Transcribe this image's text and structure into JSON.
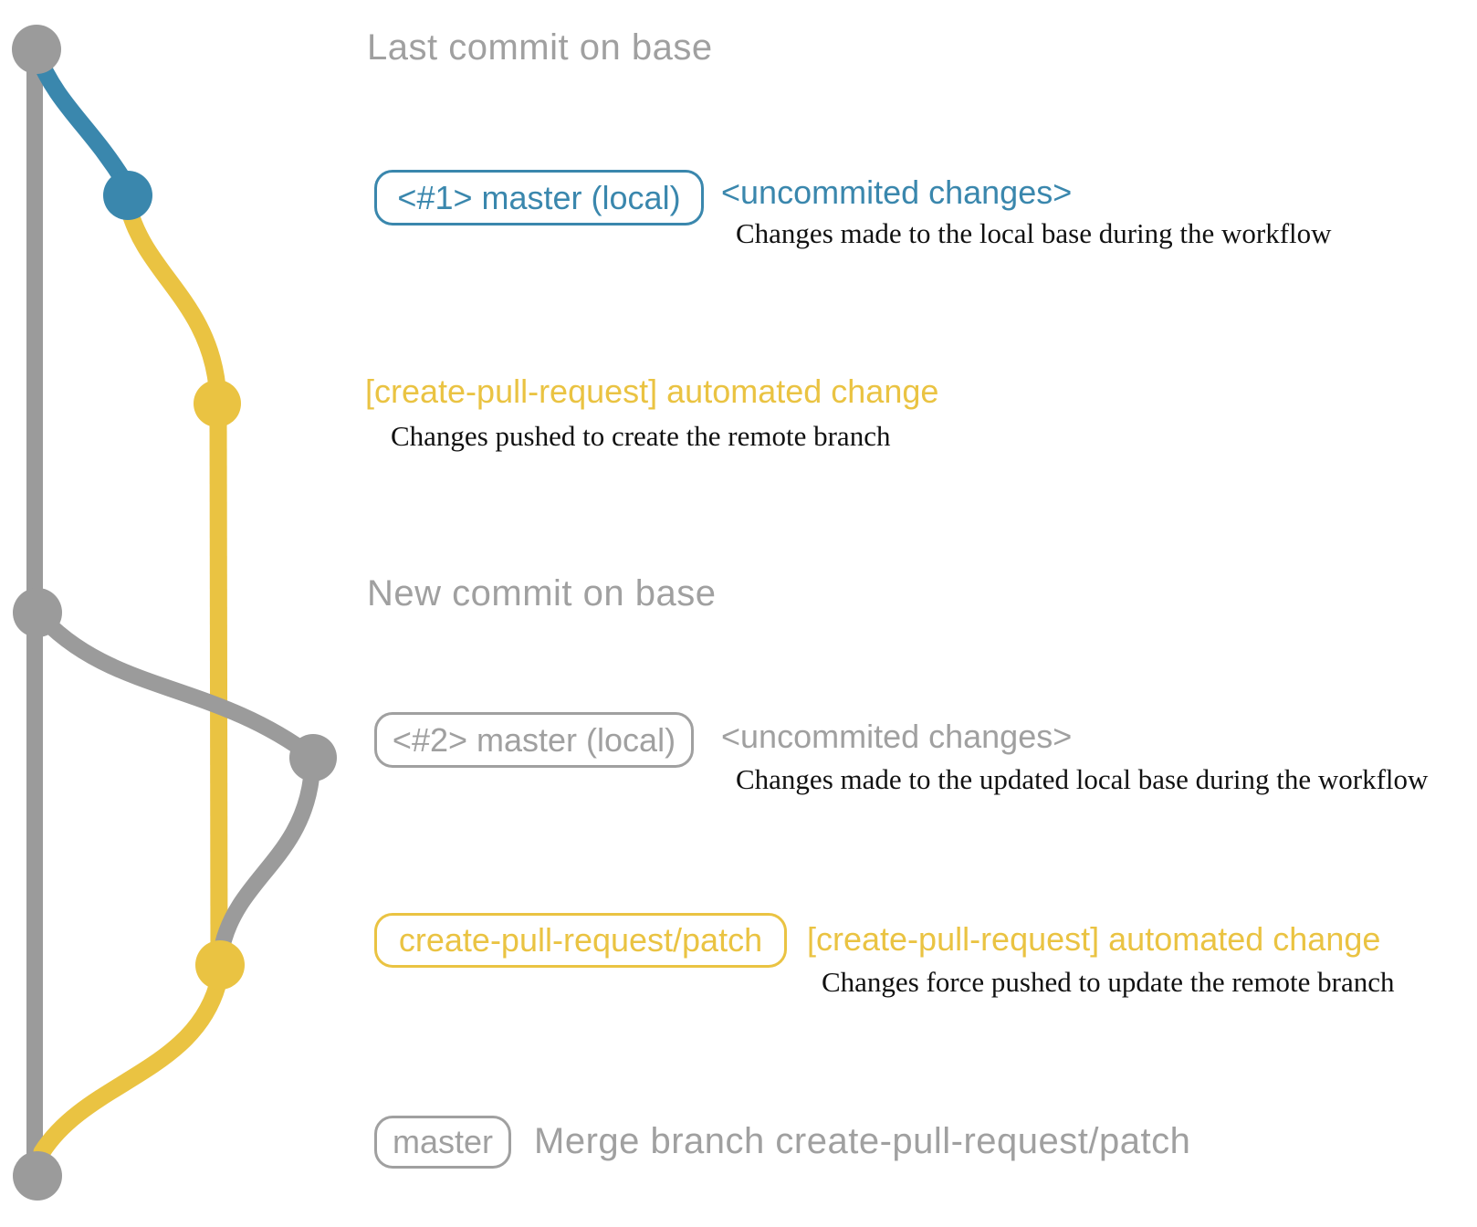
{
  "colors": {
    "gray": "#9b9b9b",
    "graytext": "#a0a0a0",
    "blue": "#3a87ad",
    "yellow": "#eac342"
  },
  "notes": {
    "last_commit": "Last commit on base",
    "new_commit": "New commit on base",
    "merge": "Merge branch create-pull-request/patch"
  },
  "row1": {
    "badge": "<#1> master (local)",
    "tag": "<uncommited changes>",
    "desc": "Changes made to the local base during the workflow"
  },
  "auto1": {
    "tag": "[create-pull-request] automated change",
    "desc": "Changes pushed to create the remote branch"
  },
  "row2": {
    "badge": "<#2> master (local)",
    "tag": "<uncommited changes>",
    "desc": "Changes made to the updated local base during the workflow"
  },
  "row3": {
    "badge": "create-pull-request/patch",
    "tag": "[create-pull-request] automated change",
    "desc": "Changes force pushed to update the remote branch"
  },
  "row4": {
    "badge": "master"
  }
}
